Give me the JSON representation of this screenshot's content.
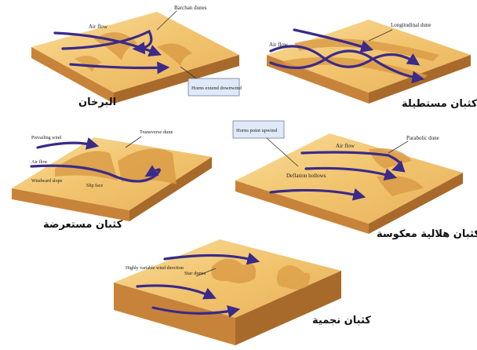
{
  "panels": [
    {
      "id": "barchan",
      "title_ar": "البرخان",
      "labels": [
        "Barchan dunes",
        "Air flow",
        "Horns extend downwind"
      ]
    },
    {
      "id": "longitudinal",
      "title_ar": "كثبان مستطيلة",
      "labels": [
        "Longitudinal dune",
        "Air flow"
      ]
    },
    {
      "id": "transverse",
      "title_ar": "كثبان مستعرضة",
      "labels": [
        "Prevailing wind",
        "Transverse dune",
        "Air flow",
        "Windward slope",
        "Slip face"
      ]
    },
    {
      "id": "parabolic",
      "title_ar": "كثبان هلالية معكوسة",
      "labels": [
        "Horns point upwind",
        "Air flow",
        "Parabolic dune",
        "Deflation hollows"
      ]
    },
    {
      "id": "star",
      "title_ar": "كثبان نجمية",
      "labels": [
        "Highly variable wind direction",
        "Star dunes"
      ]
    }
  ],
  "colors": {
    "sand_top": "#f2c46e",
    "sand_light": "#f8dc9a",
    "sand_shadow": "#d99a45",
    "side_front": "#c8833a",
    "side_right": "#a86a2a",
    "arrow": "#3a2a8a"
  }
}
